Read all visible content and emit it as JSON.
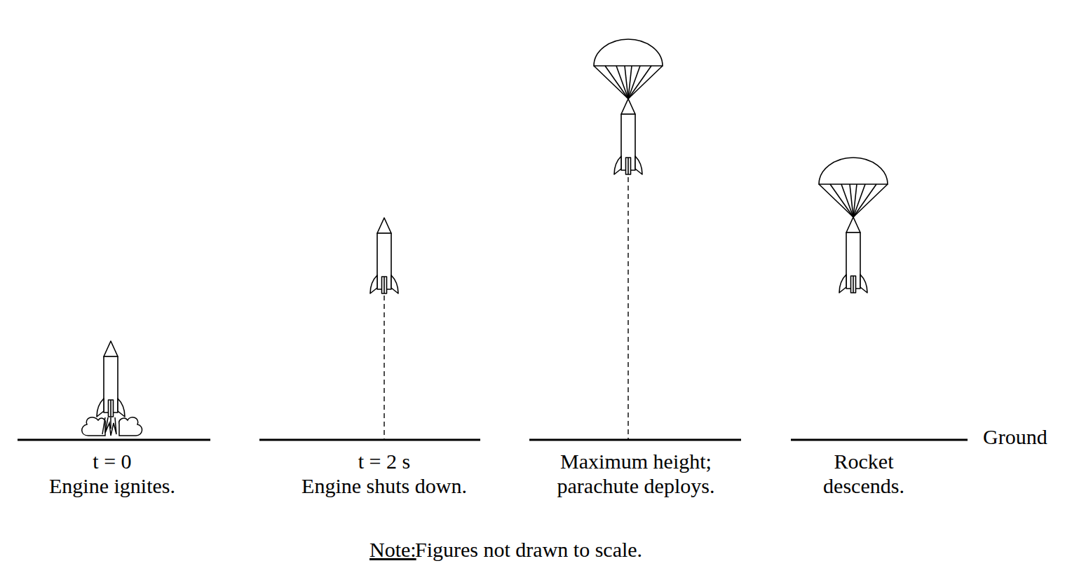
{
  "diagram": {
    "labels": [
      "t = 0",
      "Engine ignites.",
      "t = 2 s",
      "Engine shuts down.",
      "Maximum height; parachute deploys.",
      "Rocket descends.",
      "Ground",
      "Note:",
      "Figures not drawn to scale."
    ]
  }
}
